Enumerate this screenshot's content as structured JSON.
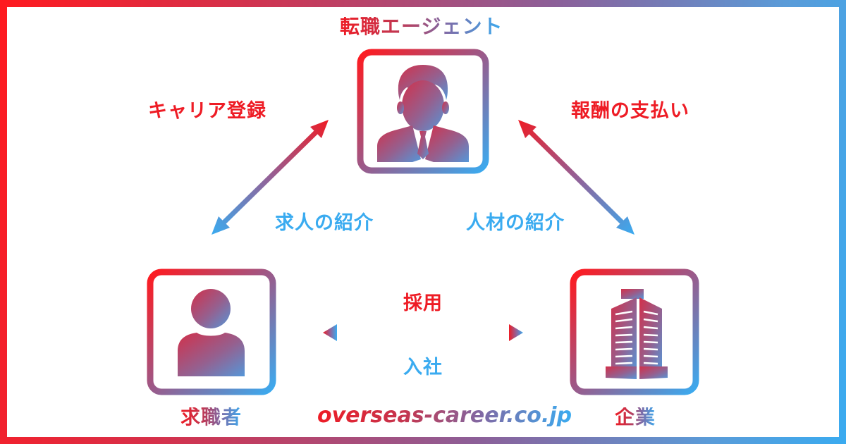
{
  "colors": {
    "red": "#ee1c25",
    "blue": "#3aabf0",
    "frame_left": "#ff1a1f",
    "frame_right": "#3aabf0"
  },
  "nodes": {
    "agent": {
      "label": "転職エージェント",
      "icon": "businessman-icon"
    },
    "job_seeker": {
      "label": "求職者",
      "icon": "person-icon"
    },
    "company": {
      "label": "企業",
      "icon": "building-icon"
    }
  },
  "edges": {
    "career_registration": "キャリア登録",
    "job_introduction": "求人の紹介",
    "fee_payment": "報酬の支払い",
    "talent_introduction": "人材の紹介",
    "hiring": "採用",
    "joining": "入社"
  },
  "footer": {
    "site_url": "overseas-career.co.jp"
  }
}
